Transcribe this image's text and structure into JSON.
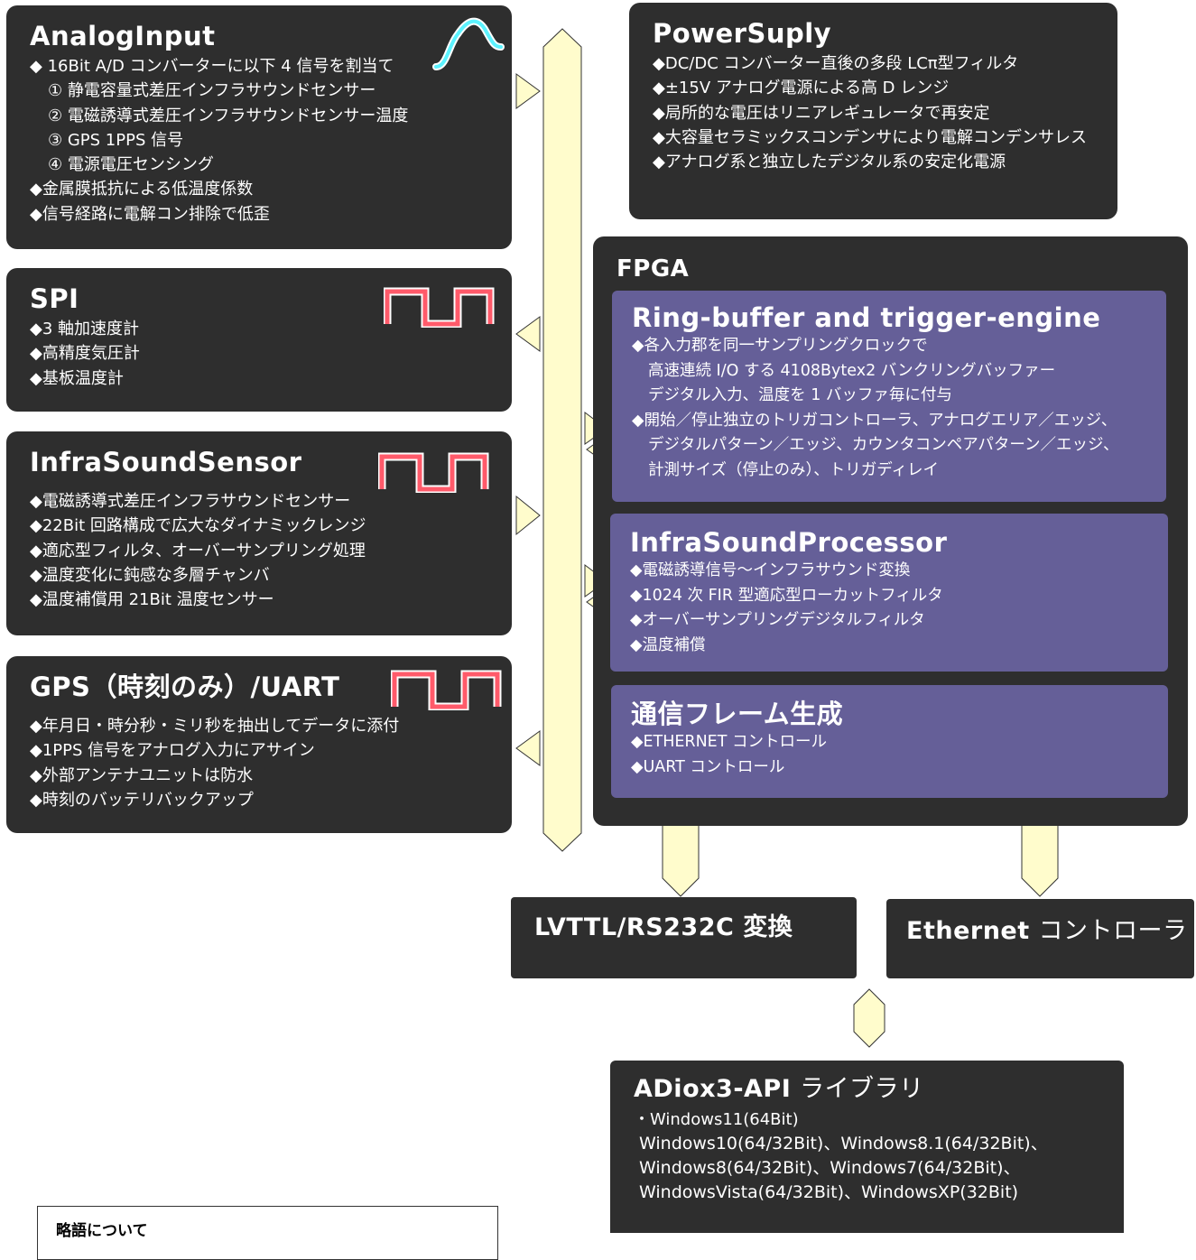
{
  "analog_input": {
    "title": "AnalogInput",
    "lines": [
      "◆ 16Bit A/D コンバーターに以下 4 信号を割当て",
      "① 静電容量式差圧インフラサウンドセンサー",
      "② 電磁誘導式差圧インフラサウンドセンサー温度",
      "③ GPS 1PPS 信号",
      "④ 電源電圧センシング",
      "◆金属膜抵抗による低温度係数",
      "◆信号経路に電解コン排除で低歪"
    ],
    "icon": "sine-wave-icon"
  },
  "spi": {
    "title": "SPI",
    "lines": [
      "◆3 軸加速度計",
      "◆高精度気圧計",
      "◆基板温度計"
    ],
    "icon": "pulse-wave-icon"
  },
  "infrasound_sensor": {
    "title": "InfraSoundSensor",
    "lines": [
      "◆電磁誘導式差圧インフラサウンドセンサー",
      "◆22Bit 回路構成で広大なダイナミックレンジ",
      "◆適応型フィルタ、オーバーサンプリング処理",
      "◆温度変化に鈍感な多層チャンバ",
      "◆温度補償用 21Bit 温度センサー"
    ],
    "icon": "pulse-wave-icon"
  },
  "gps": {
    "title": "GPS（時刻のみ）/UART",
    "lines": [
      "◆年月日・時分秒・ミリ秒を抽出してデータに添付",
      "◆1PPS 信号をアナログ入力にアサイン",
      "◆外部アンテナユニットは防水",
      "◆時刻のバッテリバックアップ"
    ],
    "icon": "pulse-wave-icon"
  },
  "power_supply": {
    "title": "PowerSuply",
    "lines": [
      "◆DC/DC コンバーター直後の多段 LCπ型フィルタ",
      "◆±15V アナログ電源による高 D レンジ",
      "◆局所的な電圧はリニアレギュレータで再安定",
      "◆大容量セラミックスコンデンサにより電解コンデンサレス",
      "◆アナログ系と独立したデジタル系の安定化電源"
    ]
  },
  "fpga": {
    "title": "FPGA",
    "ring_buffer": {
      "title": "Ring-buffer and trigger-engine",
      "lines": [
        "◆各入力郡を同一サンプリングクロックで",
        "高速連続 I/O する 4108Bytex2 バンクリングバッファー",
        "デジタル入力、温度を 1 バッファ毎に付与",
        "◆開始／停止独立のトリガコントローラ、アナログエリア／エッジ、",
        "デジタルパターン／エッジ、カウンタコンペアパターン／エッジ、",
        "計測サイズ（停止のみ）、トリガディレイ"
      ]
    },
    "processor": {
      "title": "InfraSoundProcessor",
      "lines": [
        "◆電磁誘導信号～インフラサウンド変換",
        "◆1024 次 FIR 型適応型ローカットフィルタ",
        "◆オーバーサンプリングデジタルフィルタ",
        "◆温度補償"
      ]
    },
    "comm_frame": {
      "title": "通信フレーム生成",
      "lines": [
        "◆ETHERNET コントロール",
        "◆UART コントロール"
      ]
    }
  },
  "lvttl": {
    "title": "LVTTL/RS232C 変換"
  },
  "ethernet": {
    "title": "Ethernet",
    "suffix": "コントローラ"
  },
  "api": {
    "title": "ADiox3-API",
    "suffix": "ライブラリ",
    "lines": [
      "・Windows11(64Bit)",
      "Windows10(64/32Bit)、Windows8.1(64/32Bit)、",
      "Windows8(64/32Bit)、Windows7(64/32Bit)、",
      "WindowsVista(64/32Bit)、WindowsXP(32Bit)"
    ]
  },
  "legend": {
    "title": "略語について"
  },
  "colors": {
    "box": "#2e2e2e",
    "inner": "#655f98",
    "bus": "#fffccc",
    "pulse": "#ff5a6a",
    "sine": "#5cf3ff"
  }
}
